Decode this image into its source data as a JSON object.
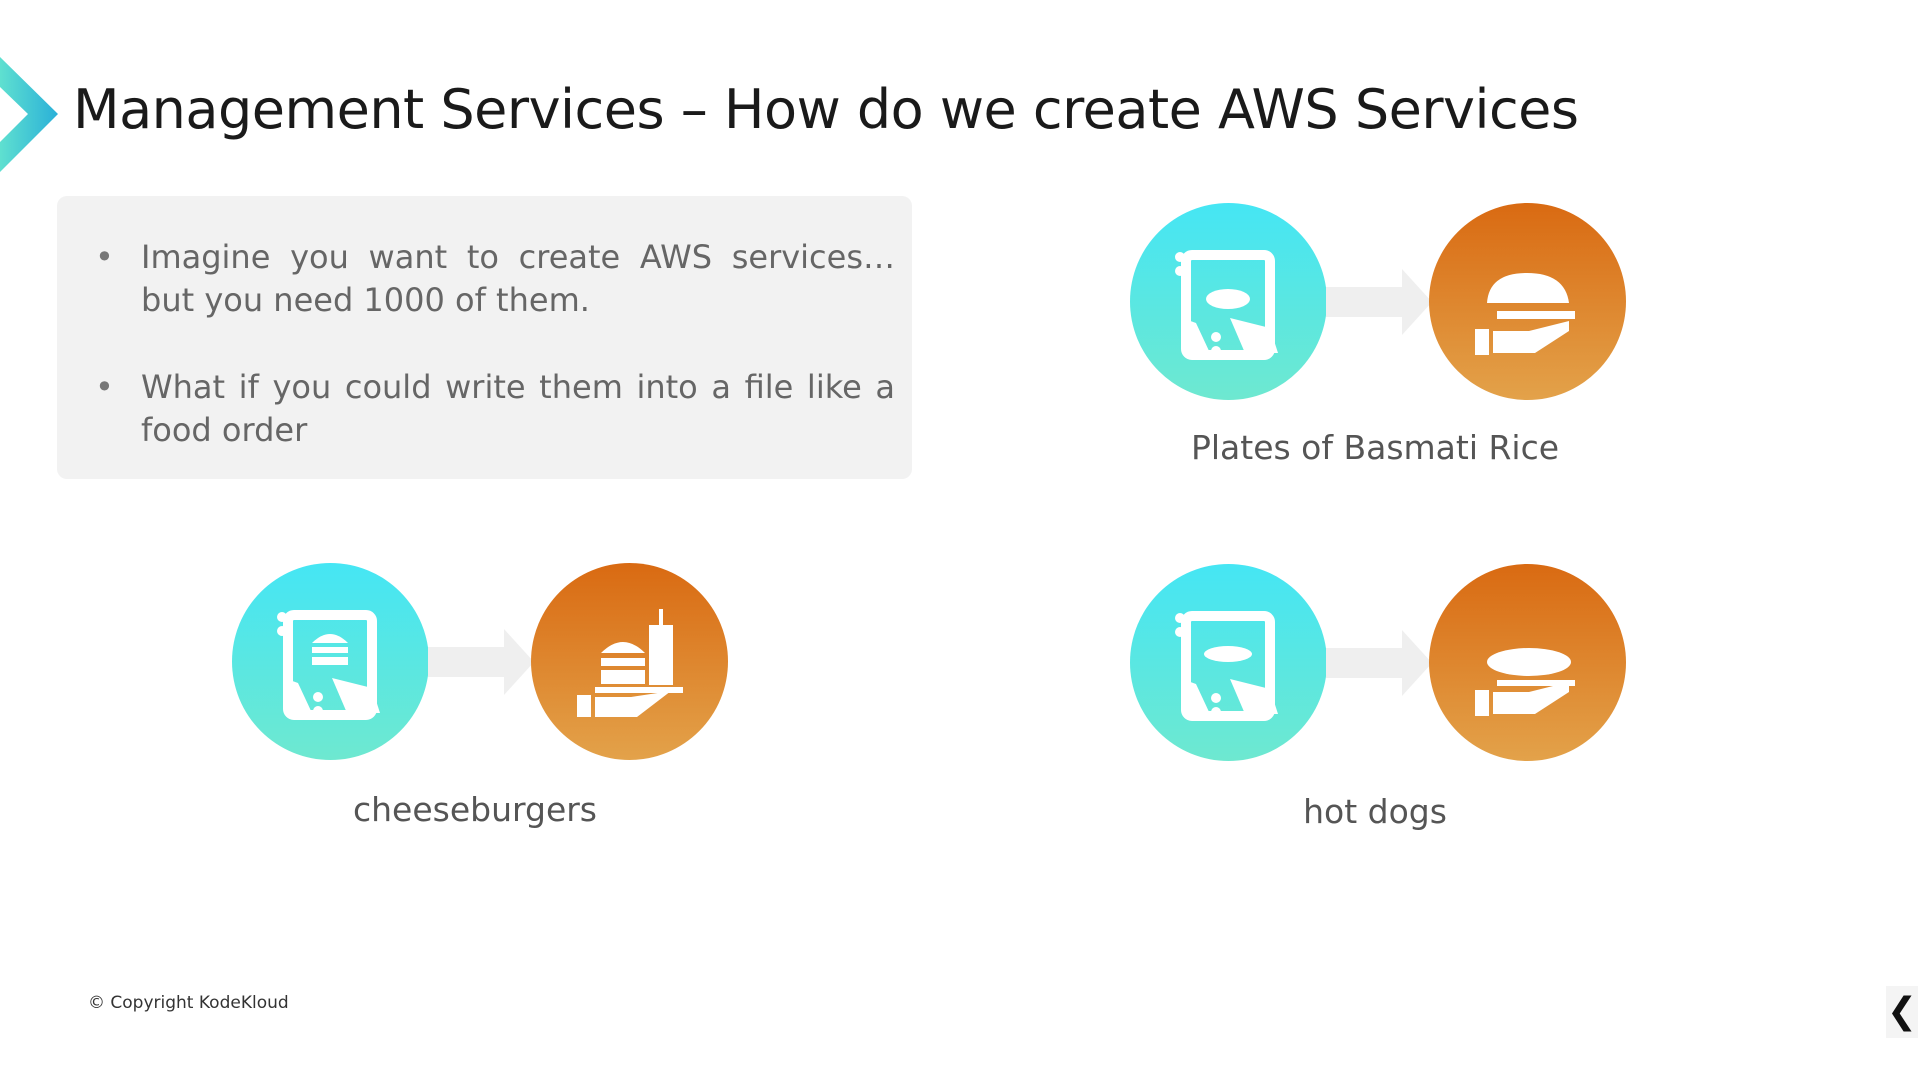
{
  "slide": {
    "title": "Management Services – How do we create AWS Services",
    "bullets": [
      "Imagine you want to create AWS services… but you need 1000 of them.",
      "What if you could write them into a file like a food order"
    ],
    "examples": [
      {
        "label": "Plates of Basmati Rice",
        "food_icon": "rice-plate-icon"
      },
      {
        "label": "cheeseburgers",
        "food_icon": "burger-drink-icon"
      },
      {
        "label": "hot dogs",
        "food_icon": "hot-dog-icon"
      }
    ],
    "copyright": "© Copyright KodeKloud",
    "nav_prev": "❮"
  },
  "colors": {
    "accent_cyan": "#45e6f4",
    "accent_orange": "#d96a12",
    "box_bg": "#f2f2f2"
  }
}
